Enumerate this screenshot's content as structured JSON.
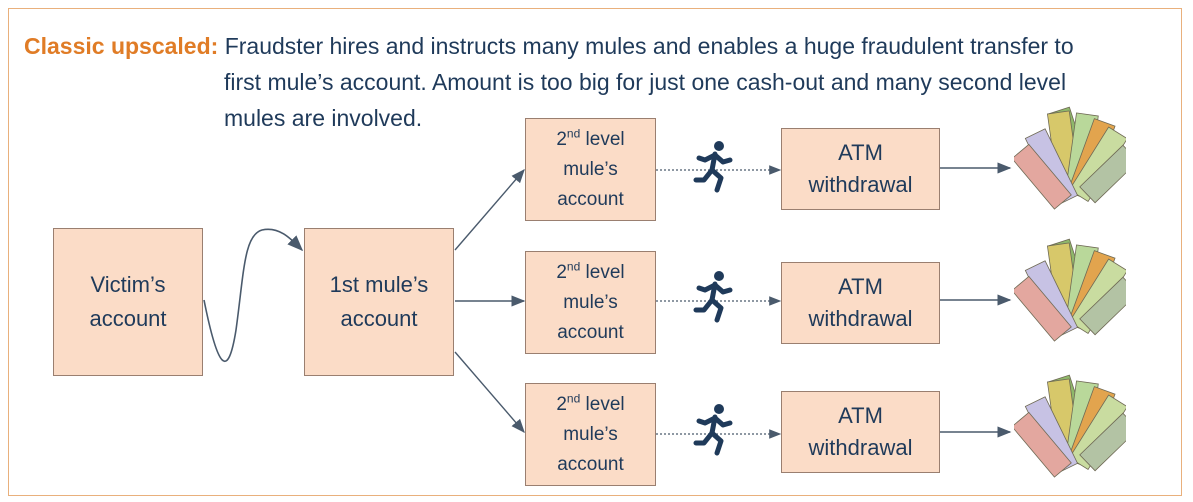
{
  "caption": {
    "lead": "Classic upscaled:",
    "line1": "Fraudster hires and instructs many mules and enables a huge fraudulent transfer to",
    "line2": "first mule’s account. Amount is too big for just one cash-out and many second level",
    "line3": "mules are involved."
  },
  "nodes": {
    "victim": "Victim’s\naccount",
    "first_mule": "1st mule’s\naccount",
    "second_mule": {
      "num": "2",
      "sup": "nd",
      "level": " level",
      "rest": "mule’s\naccount"
    },
    "atm": "ATM\nwithdrawal"
  },
  "icons": {
    "runner": "running-person-icon",
    "money": "euro-banknotes-icon"
  },
  "colors": {
    "box_fill": "#fbdcc7",
    "box_border": "#9a7f70",
    "text": "#1f3a5a",
    "accent": "#e07c26",
    "arrow": "#4a5a6c"
  }
}
